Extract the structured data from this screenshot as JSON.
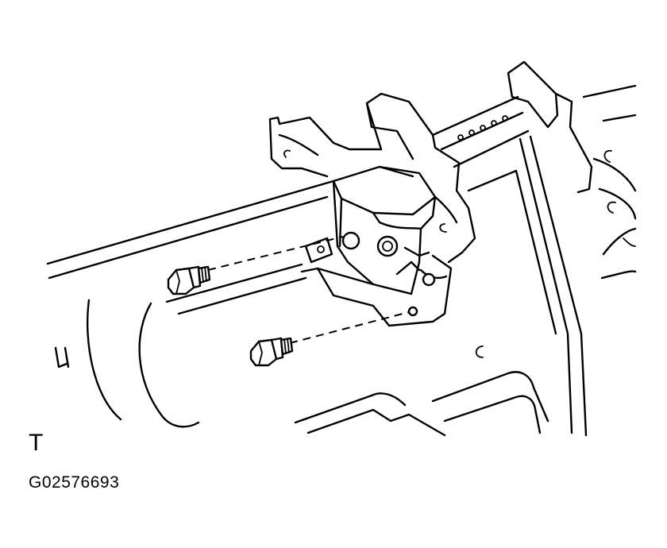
{
  "figure": {
    "torque_symbol": "T",
    "figure_code": "G02576693"
  },
  "parts": {
    "body_panel": "body-panel",
    "lock_assembly": "lock-assembly",
    "bolts": [
      "bolt-upper",
      "bolt-lower"
    ]
  }
}
